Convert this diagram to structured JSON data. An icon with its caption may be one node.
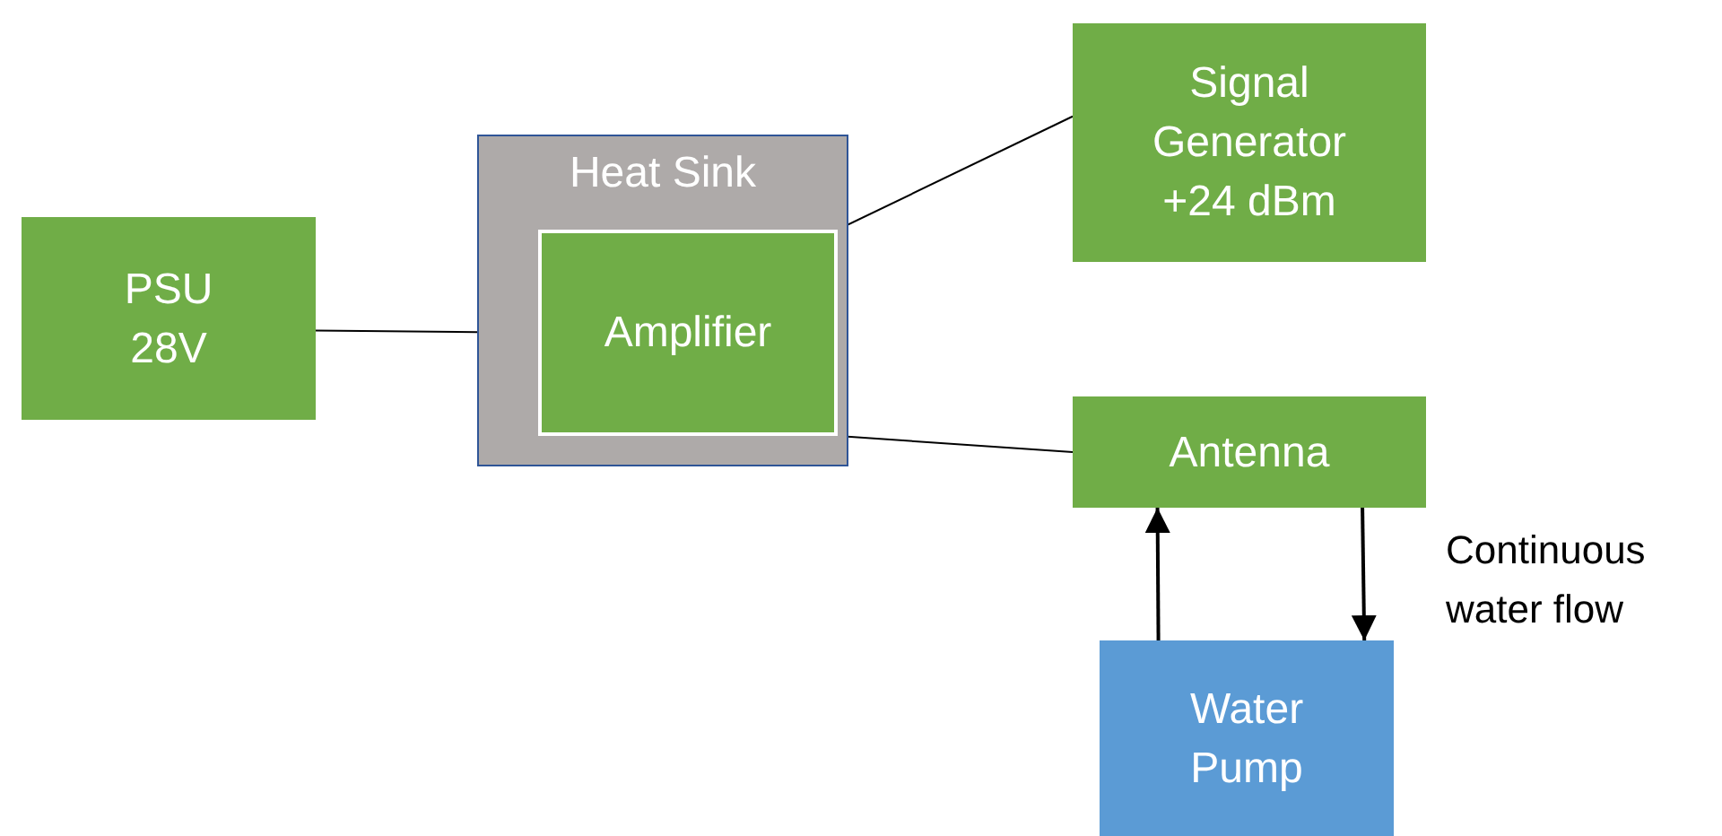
{
  "diagram": {
    "nodes": [
      {
        "text": [
          "PSU 28V"
        ]
      },
      {
        "text": [
          "Heat Sink"
        ]
      },
      {
        "text": [
          "Amplifier"
        ],
        "in": 1
      },
      {
        "text": [
          "Signal Generator +24 dBm"
        ]
      },
      {
        "text": [
          "Antenna"
        ]
      },
      {
        "text": [
          "Water Pump"
        ]
      }
    ],
    "edges": [
      {
        "from": 0,
        "to": 2,
        "arrow": "none"
      },
      {
        "from": 2,
        "to": 3,
        "arrow": "none"
      },
      {
        "from": 2,
        "to": 4,
        "arrow": "none"
      },
      {
        "from": 5,
        "to": 4,
        "arrow": "to"
      },
      {
        "from": 4,
        "to": 5,
        "arrow": "to"
      }
    ],
    "labels": [
      "Continuous water flow"
    ]
  }
}
